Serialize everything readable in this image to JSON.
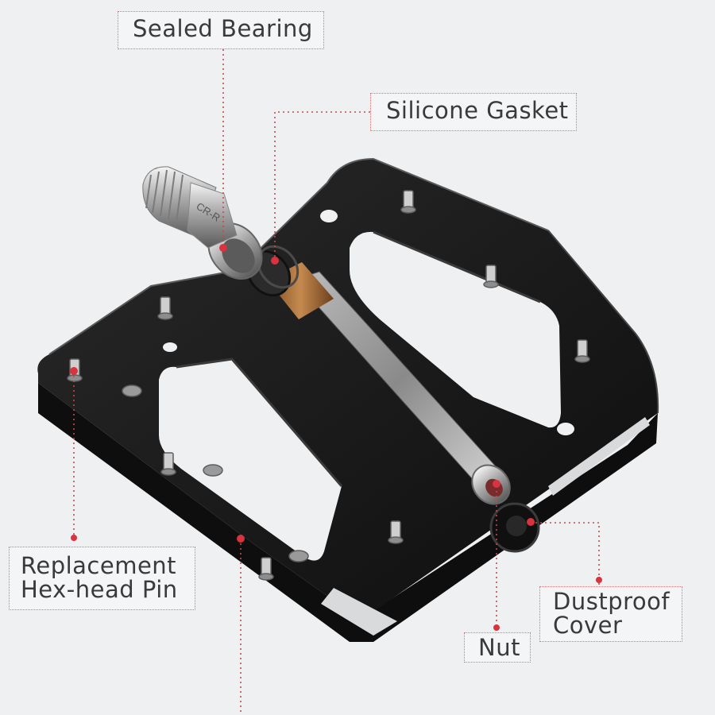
{
  "callouts": {
    "sealed_bearing": "Sealed Bearing",
    "silicone_gasket": "Silicone Gasket",
    "hex_pin_line1": "Replacement",
    "hex_pin_line2": "Hex-head Pin",
    "dustproof_line1": "Dustproof",
    "dustproof_line2": "Cover",
    "nut": "Nut",
    "spindle_stamp": "CR-R"
  },
  "colors": {
    "background": "#eef0f2",
    "pedal_body": "#161616",
    "leader_line": "#c24a52",
    "marker_dot": "#d8333f",
    "label_text": "#3a3a3a"
  }
}
